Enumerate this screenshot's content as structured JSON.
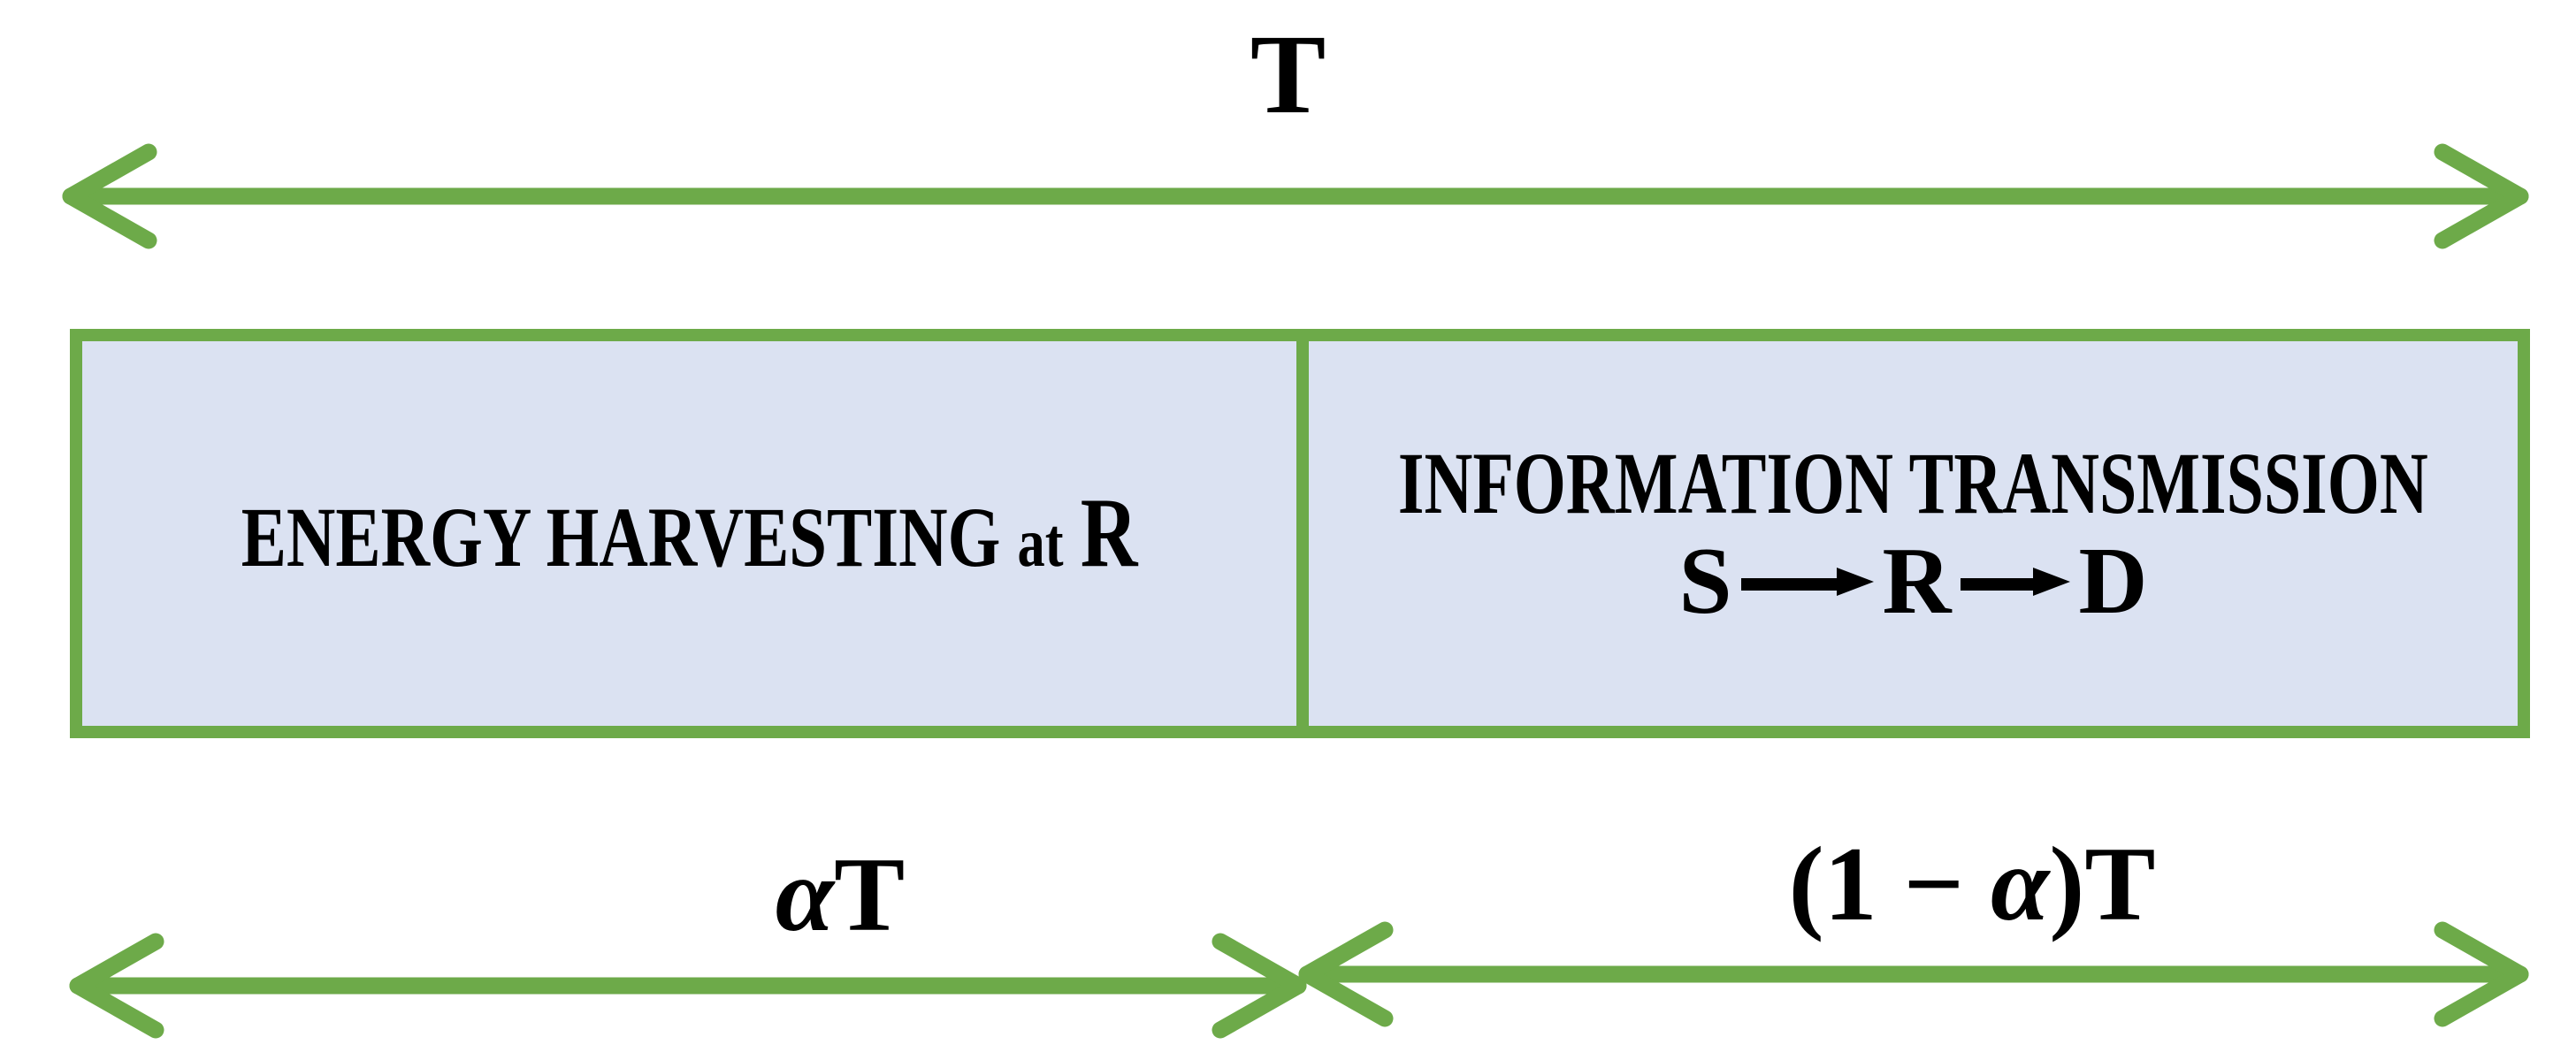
{
  "diagram": {
    "title_label": "T",
    "background_color": "#ffffff",
    "accent_color": "#6daa49",
    "block_fill_color": "#dbe2f2",
    "text_color": "#000000",
    "top_arrow": {
      "name": "total-time-arrow",
      "label": "T",
      "style": "double-headed",
      "color": "#6daa49"
    },
    "blocks": [
      {
        "id": "energy-harvesting",
        "lines": [
          "ENERGY HARVESTING at R"
        ],
        "label_main": "ENERGY HARVESTING",
        "label_connector": "at",
        "label_node": "R",
        "duration_label": "αT"
      },
      {
        "id": "information-transmission",
        "lines": [
          "INFORMATION TRANSMISSION",
          "S → R → D"
        ],
        "label_main": "INFORMATION TRANSMISSION",
        "chain": {
          "source": "S",
          "relay": "R",
          "destination": "D"
        },
        "duration_label": "(1 − α)T"
      }
    ],
    "bottom_labels": {
      "left": {
        "greek": "α",
        "suffix": "T",
        "full": "αT"
      },
      "right": {
        "prefix": "(1 − ",
        "greek": "α",
        "suffix": ")T",
        "full": "(1 − α)T"
      }
    }
  }
}
